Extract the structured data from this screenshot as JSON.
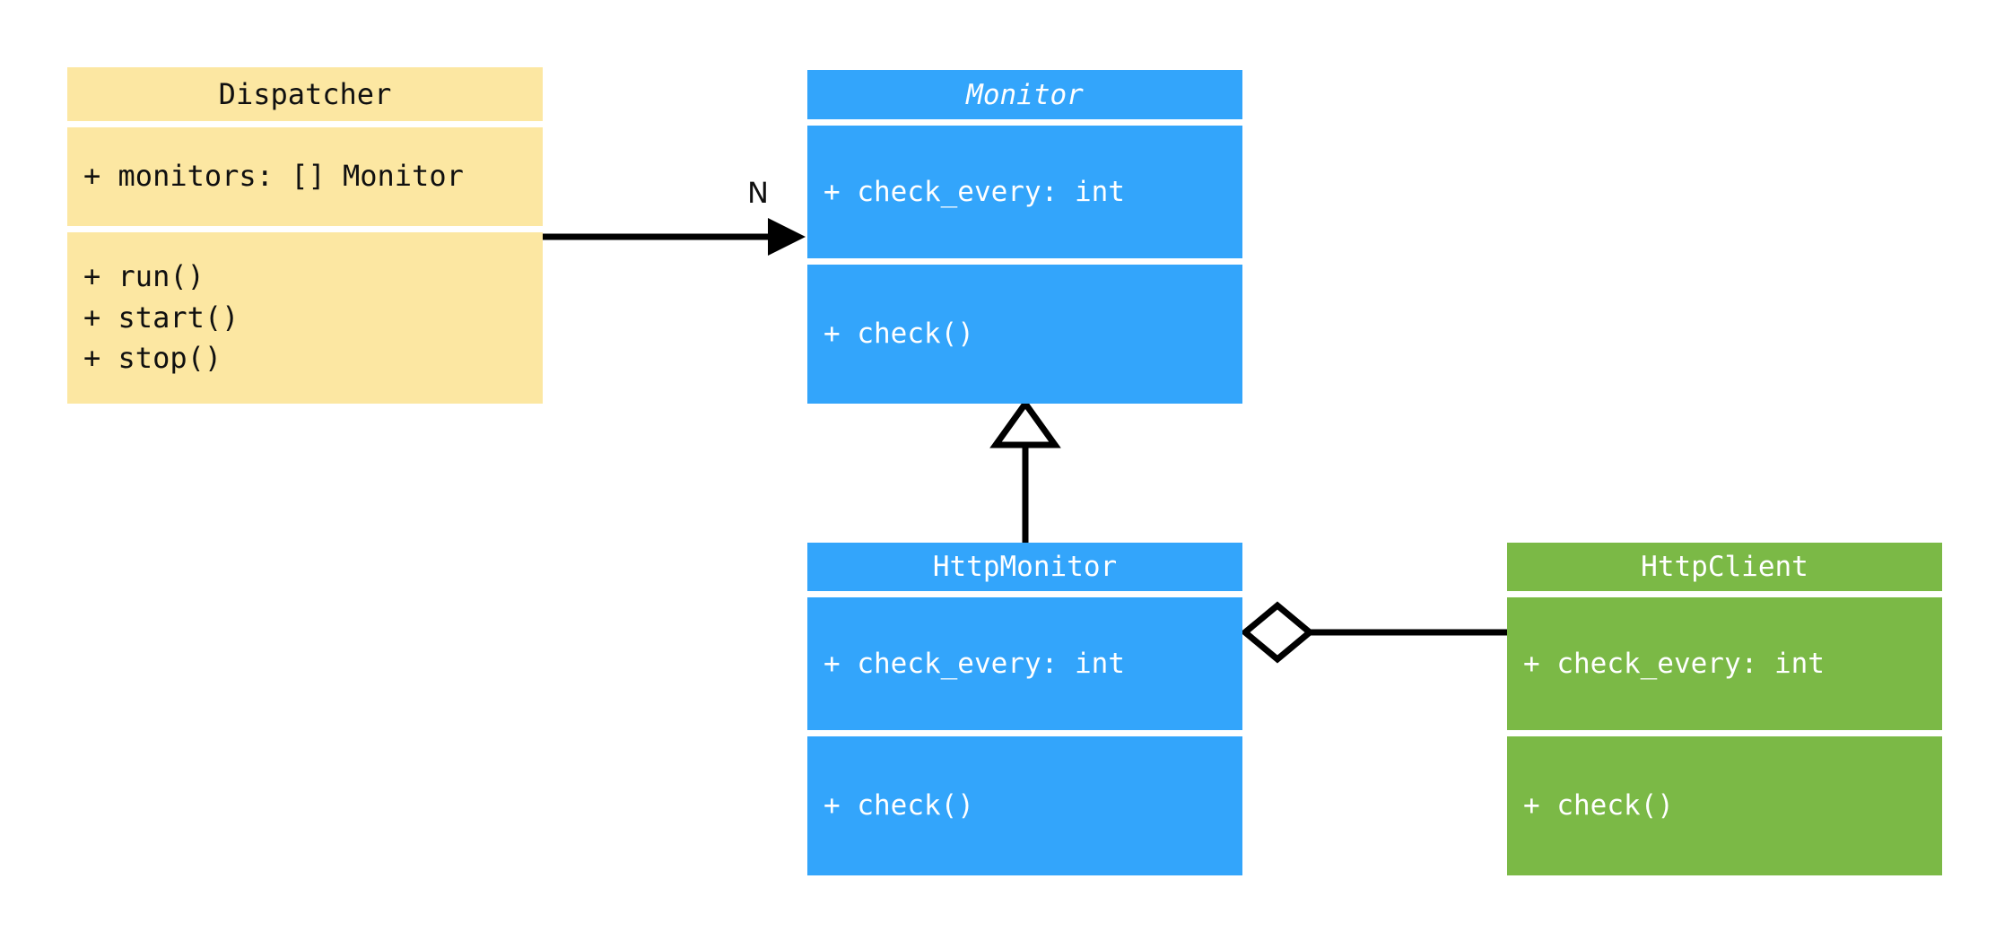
{
  "diagram": {
    "kind": "uml-class-diagram",
    "background": "#ffffff",
    "classes": [
      {
        "id": "dispatcher",
        "name": "Dispatcher",
        "abstract": false,
        "fill": "#fce7a2",
        "text_color": "#101010",
        "attributes": [
          "+ monitors: [] Monitor"
        ],
        "operations": [
          "+ run()",
          "+ start()",
          "+ stop()"
        ]
      },
      {
        "id": "monitor",
        "name": "Monitor",
        "abstract": true,
        "fill": "#33a5fb",
        "text_color": "#ffffff",
        "attributes": [
          "+ check_every: int"
        ],
        "operations": [
          "+ check()"
        ]
      },
      {
        "id": "httpmonitor",
        "name": "HttpMonitor",
        "abstract": false,
        "fill": "#33a5fb",
        "text_color": "#ffffff",
        "attributes": [
          "+ check_every: int"
        ],
        "operations": [
          "+ check()"
        ]
      },
      {
        "id": "httpclient",
        "name": "HttpClient",
        "abstract": false,
        "fill": "#7bb946",
        "text_color": "#ffffff",
        "attributes": [
          "+ check_every: int"
        ],
        "operations": [
          "+ check()"
        ]
      }
    ],
    "relationships": [
      {
        "id": "dispatcher-to-monitor",
        "type": "association",
        "from": "Dispatcher",
        "to": "Monitor",
        "label": "N",
        "arrowhead": "filled-triangle",
        "line": "solid",
        "color": "#000000"
      },
      {
        "id": "httpmonitor-to-monitor",
        "type": "generalization",
        "from": "HttpMonitor",
        "to": "Monitor",
        "label": "",
        "arrowhead": "hollow-triangle",
        "line": "solid",
        "color": "#000000"
      },
      {
        "id": "httpmonitor-to-httpclient",
        "type": "aggregation",
        "from": "HttpMonitor",
        "to": "HttpClient",
        "label": "",
        "arrowhead": "hollow-diamond",
        "line": "solid",
        "color": "#000000"
      }
    ]
  }
}
